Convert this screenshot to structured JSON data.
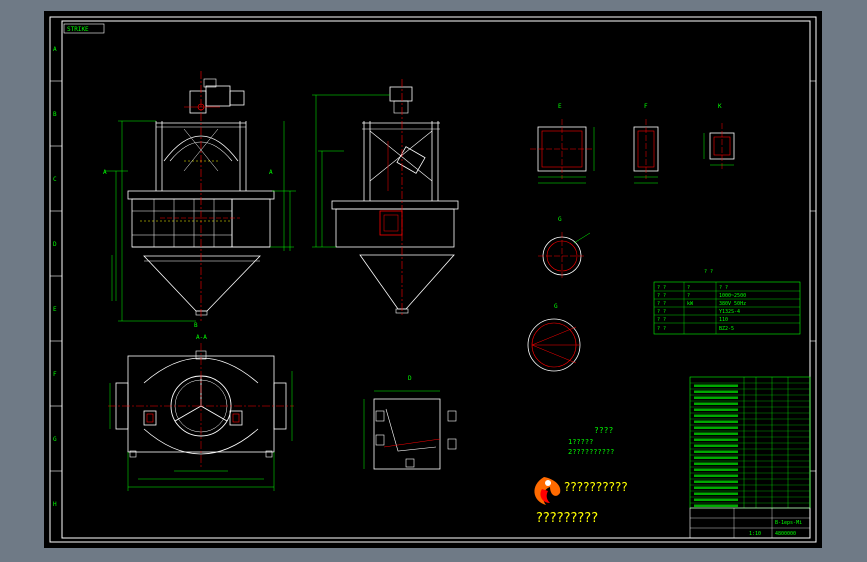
{
  "drawing": {
    "title_tab": "STRIKE",
    "view_labels": {
      "a1": "A",
      "a2": "A",
      "b": "B",
      "aa": "A-A",
      "e": "E",
      "f": "F",
      "g": "G",
      "d_detail": "D",
      "k": "K"
    },
    "notes": {
      "line1": "????",
      "line2": "1?????",
      "line3": "2??????????"
    },
    "logo_text_1": "??????????",
    "logo_text_2": "?????????",
    "spec_table": {
      "rows": [
        [
          "?  ?",
          "?",
          "?  ?"
        ],
        [
          "?  ?",
          "?",
          "1000~2500"
        ],
        [
          "?  ?",
          "kW",
          "380V 50Hz"
        ],
        [
          "?  ?",
          "",
          "Y132S-4"
        ],
        [
          "?  ?",
          "",
          "110"
        ],
        [
          "?  ?",
          "",
          "BZ2-5"
        ]
      ],
      "caption": "?  ?"
    },
    "title_block": {
      "name": "B-1eps-Mi",
      "number": "4800000",
      "scale": "1:10"
    },
    "frame_letters_left": [
      "A",
      "B",
      "C",
      "D",
      "E",
      "F",
      "G",
      "H"
    ],
    "colors": {
      "background": "#000000",
      "frame": "#ffffff",
      "main_lines": "#ffffff",
      "dimensions": "#00ff00",
      "centerlines": "#ff0000",
      "hidden": "#ffff00",
      "tables": "#00ff00",
      "logo_text": "#ffff00"
    }
  }
}
